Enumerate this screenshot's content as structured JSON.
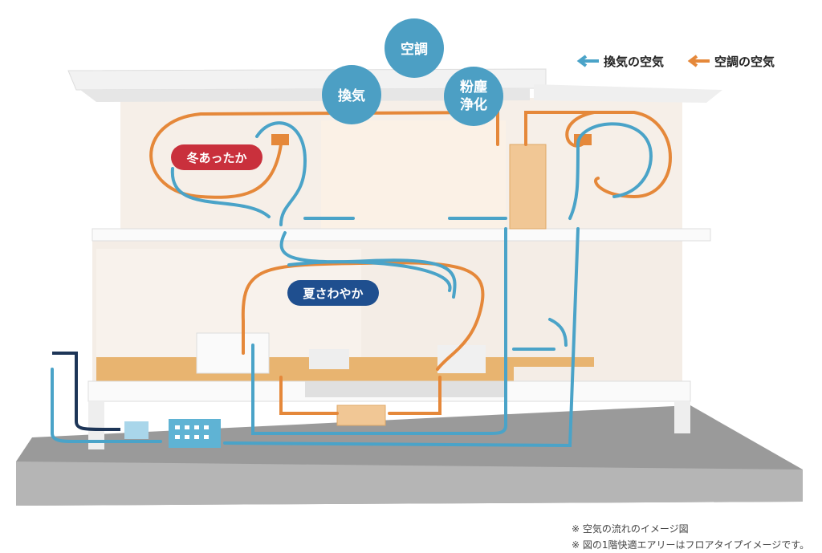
{
  "circles": {
    "aircon": "空調",
    "ventilation": "換気",
    "dust_line1": "粉塵",
    "dust_line2": "浄化"
  },
  "legend": {
    "ventilation_air": "換気の空気",
    "aircon_air": "空調の空気"
  },
  "badges": {
    "winter": "冬あったか",
    "summer": "夏さわやか"
  },
  "notes": [
    "※ 空気の流れのイメージ図",
    "※ 図の1階快適エアリーはフロアタイプイメージです。"
  ],
  "colors": {
    "ventilation": "#4aa3c8",
    "aircon": "#e5883a",
    "winter_badge": "#c9303c",
    "summer_badge": "#1f4f8f",
    "circle": "#4c9fc4"
  }
}
